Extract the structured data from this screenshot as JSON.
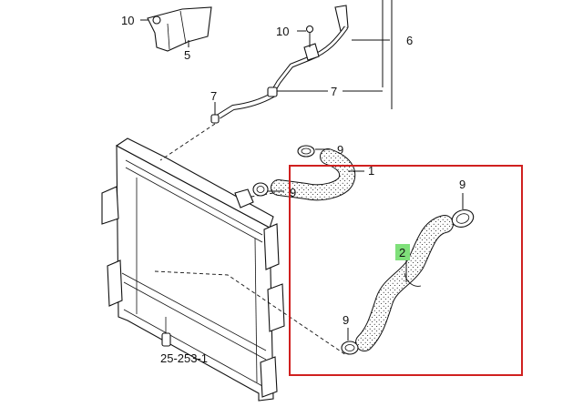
{
  "diagram": {
    "labels": {
      "bracket_bolt": "10",
      "bracket": "5",
      "pipe_bolt": "10",
      "reservoir_pipe": "6",
      "hose_upper_small": "7",
      "hose_small": "7",
      "clamp_top": "9",
      "clamp_mid": "9",
      "upper_hose": "1",
      "clamp_right": "9",
      "lower_hose": "2",
      "clamp_bottom": "9",
      "radiator_ref": "25-253-1"
    },
    "colors": {
      "highlight_box": "#d0201f",
      "highlight_tag": "#7fe07a",
      "line": "#111111"
    }
  }
}
